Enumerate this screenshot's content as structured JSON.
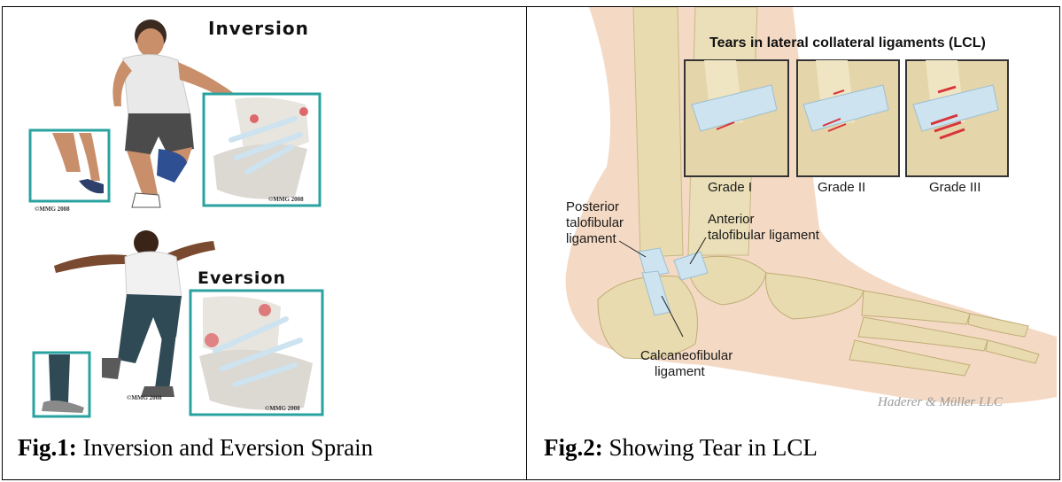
{
  "figure1": {
    "inversion_heading": "Inversion",
    "eversion_heading": "Eversion",
    "copyright_marks": [
      "©MMG 2008",
      "©MMG 2008",
      "©MMG 2008",
      "©MMG 2008"
    ],
    "caption_label": "Fig.1:",
    "caption_text": " Inversion and Eversion Sprain"
  },
  "figure2": {
    "title": "Tears in lateral collateral ligaments (LCL)",
    "grades": [
      "Grade I",
      "Grade II",
      "Grade III"
    ],
    "labels": {
      "posterior": [
        "Posterior",
        "talofibular",
        "ligament"
      ],
      "anterior": [
        "Anterior",
        "talofibular ligament"
      ],
      "calcaneofibular": [
        "Calcaneofibular",
        "ligament"
      ]
    },
    "credit": "Haderer & Müller LLC",
    "caption_label": "Fig.2:",
    "caption_text": " Showing Tear in LCL"
  },
  "colors": {
    "inset_border": "#2aa3a0",
    "skin": "#f4d9c4",
    "bone": "#e8dbb0",
    "ligament": "#cde3ef",
    "tear": "#d9333a"
  }
}
